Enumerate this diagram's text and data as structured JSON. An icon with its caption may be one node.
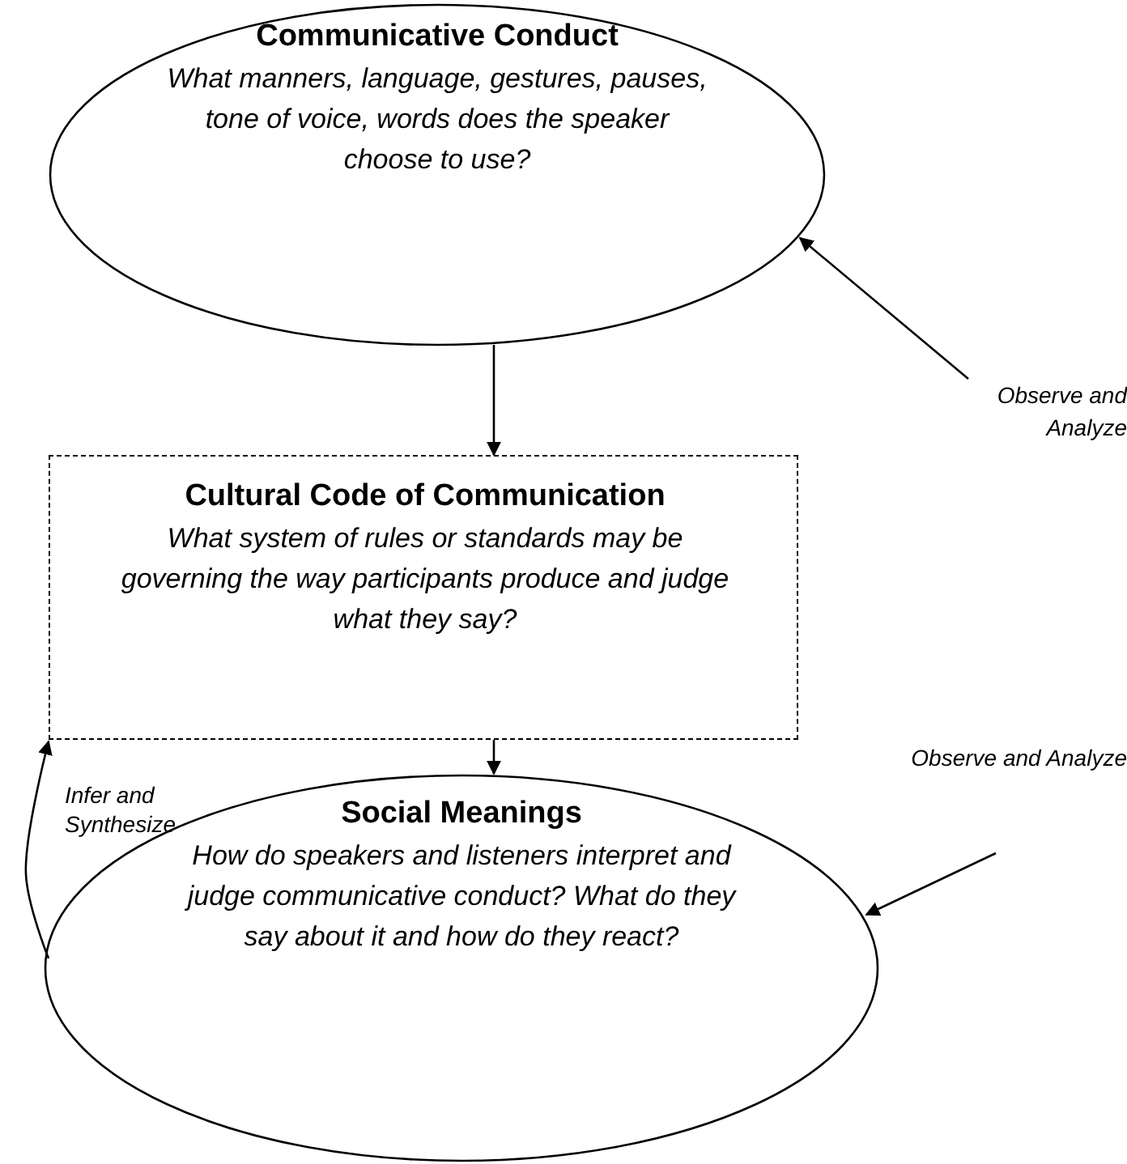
{
  "diagram": {
    "nodes": [
      {
        "text": [
          "Communicative Conduct",
          "What manners, language, gestures, pauses, tone of voice, words does the speaker choose to use?"
        ]
      },
      {
        "text": [
          "Cultural Code of Communication",
          "What system of rules or standards may be governing the way participants produce and judge what they say?"
        ]
      },
      {
        "text": [
          "Social Meanings",
          "How do speakers and listeners interpret and judge communicative conduct? What do they say about it and how do they react?"
        ]
      },
      {
        "text": [
          "Observe and Analyze"
        ]
      },
      {
        "text": [
          "Observe and Analyze"
        ]
      }
    ],
    "edges": [
      {
        "from": 0,
        "to": 1,
        "arrow": "to"
      },
      {
        "from": 1,
        "to": 2,
        "arrow": "to"
      },
      {
        "from": 3,
        "to": 0,
        "arrow": "to"
      },
      {
        "from": 4,
        "to": 2,
        "arrow": "to"
      },
      {
        "from": 2,
        "to": 1,
        "arrow": "to",
        "label": "Infer and Synthesize"
      }
    ]
  }
}
